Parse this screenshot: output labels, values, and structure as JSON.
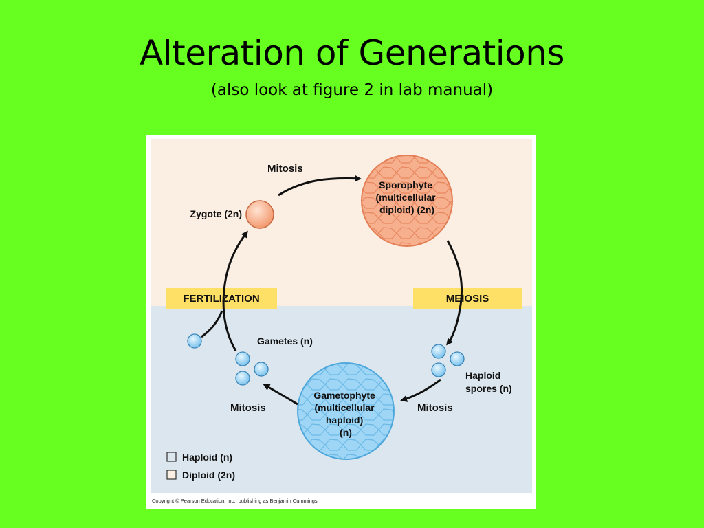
{
  "slide": {
    "title": "Alteration of Generations",
    "subtitle": "(also look at figure 2 in lab manual)"
  },
  "diagram": {
    "mitosis_top": "Mitosis",
    "zygote": "Zygote (2n)",
    "sporophyte": [
      "Sporophyte",
      "(multicellular",
      "diploid) (2n)"
    ],
    "fertilization": "FERTILIZATION",
    "meiosis": "MEIOSIS",
    "gametes": "Gametes (n)",
    "haploid_spores": [
      "Haploid",
      "spores (n)"
    ],
    "gametophyte": [
      "Gametophyte",
      "(multicellular",
      "haploid)",
      "(n)"
    ],
    "mitosis_left": "Mitosis",
    "mitosis_right": "Mitosis",
    "legend": {
      "haploid": "Haploid (n)",
      "diploid": "Diploid (2n)"
    },
    "credit": "Copyright © Pearson Education, Inc., publishing as Benjamin Cummings."
  },
  "colors": {
    "background": "#66ff1f",
    "diploid_zone": "#fbeee3",
    "haploid_zone": "#dbe6ee",
    "sporophyte_fill": "#f6b08e",
    "gametophyte_fill": "#9fd6f6",
    "label_banner": "#ffe066"
  }
}
